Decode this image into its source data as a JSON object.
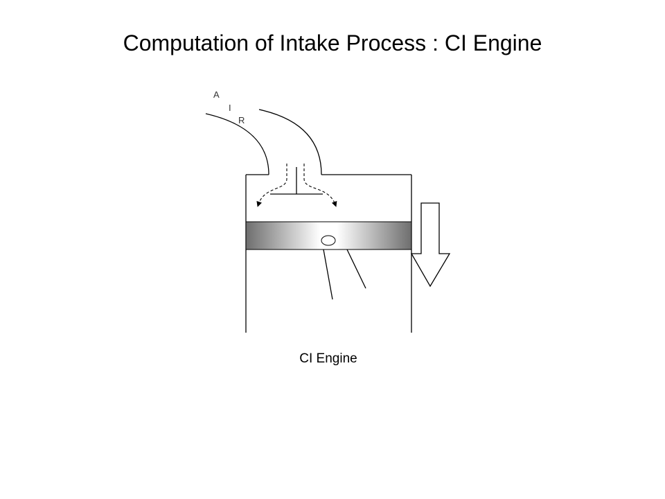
{
  "slide": {
    "title": "Computation of Intake Process : CI Engine",
    "caption": "CI Engine"
  },
  "diagram": {
    "air_label_letters": [
      "A",
      "I",
      "R"
    ]
  },
  "colors": {
    "stroke": "#000000",
    "piston_gradient_edge": "#707070",
    "piston_gradient_center": "#ffffff"
  }
}
